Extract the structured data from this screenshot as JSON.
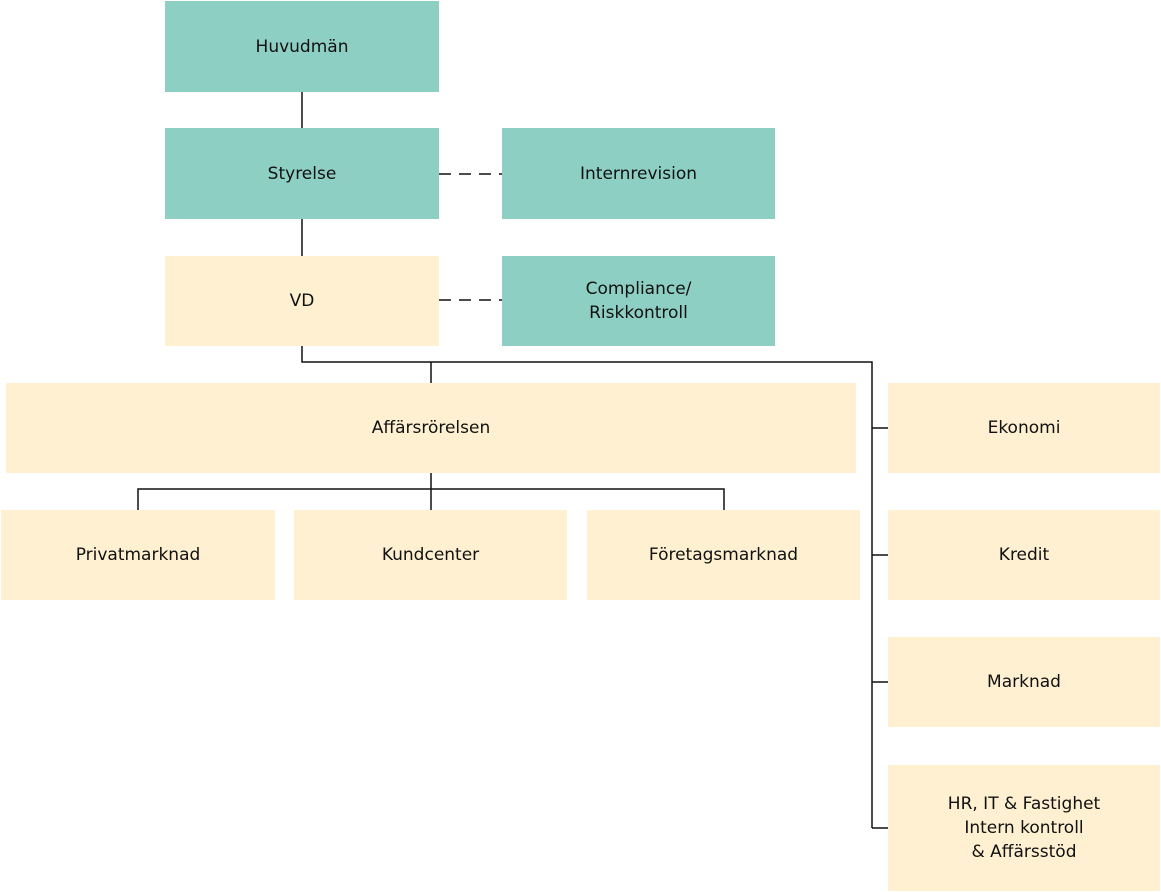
{
  "nodes": {
    "huvudman": "Huvudmän",
    "styrelse": "Styrelse",
    "internrevision": "Internrevision",
    "vd": "VD",
    "compliance": "Compliance/\nRiskkontroll",
    "affarsrorelsen": "Affärsrörelsen",
    "privatmarknad": "Privatmarknad",
    "kundcenter": "Kundcenter",
    "foretagsmarknad": "Företagsmarknad",
    "ekonomi": "Ekonomi",
    "kredit": "Kredit",
    "marknad": "Marknad",
    "hr": "HR, IT & Fastighet\nIntern kontroll\n& Affärsstöd"
  },
  "colors": {
    "teal": "#8dcfc3",
    "cream": "#fef0d0",
    "line": "#111111"
  }
}
